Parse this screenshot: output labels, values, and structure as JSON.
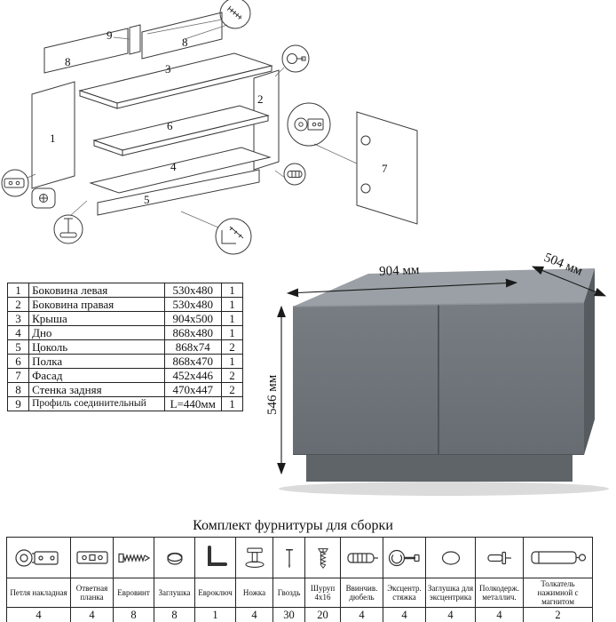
{
  "diagram": {
    "labels": {
      "p1": "1",
      "p2": "2",
      "p3": "3",
      "p4": "4",
      "p5": "5",
      "p6": "6",
      "p7": "7",
      "p8a": "8",
      "p8b": "8",
      "p9": "9"
    }
  },
  "parts_table": {
    "rows": [
      {
        "num": "1",
        "name": "Боковина левая",
        "size": "530x480",
        "qty": "1"
      },
      {
        "num": "2",
        "name": "Боковина правая",
        "size": "530x480",
        "qty": "1"
      },
      {
        "num": "3",
        "name": "Крыша",
        "size": "904x500",
        "qty": "1"
      },
      {
        "num": "4",
        "name": "Дно",
        "size": "868x480",
        "qty": "1"
      },
      {
        "num": "5",
        "name": "Цоколь",
        "size": "868x74",
        "qty": "2"
      },
      {
        "num": "6",
        "name": "Полка",
        "size": "868x470",
        "qty": "1"
      },
      {
        "num": "7",
        "name": "Фасад",
        "size": "452x446",
        "qty": "2"
      },
      {
        "num": "8",
        "name": "Стенка задняя",
        "size": "470x447",
        "qty": "2"
      },
      {
        "num": "9",
        "name": "Профиль соединительный",
        "size": "L=440мм",
        "qty": "1"
      }
    ]
  },
  "cabinet": {
    "width_label": "904 мм",
    "depth_label": "504 мм",
    "height_label": "546 мм",
    "body_color": "#6e7478",
    "top_color": "#9aa0a5",
    "side_color": "#565b60",
    "plinth_color": "#5f6468"
  },
  "hardware": {
    "title": "Комплект фурнитуры для сборки",
    "items": [
      {
        "icon": "hinge-icon",
        "name": "Петля накладная",
        "qty": "4"
      },
      {
        "icon": "striker-plate-icon",
        "name": "Ответная планка",
        "qty": "4"
      },
      {
        "icon": "confirmat-screw-icon",
        "name": "Евровинт",
        "qty": "8"
      },
      {
        "icon": "cap-icon",
        "name": "Заглушка",
        "qty": "8"
      },
      {
        "icon": "hex-key-icon",
        "name": "Евроключ",
        "qty": "1"
      },
      {
        "icon": "foot-icon",
        "name": "Ножка",
        "qty": "4"
      },
      {
        "icon": "nail-icon",
        "name": "Гвоздь",
        "qty": "30"
      },
      {
        "icon": "screw-icon",
        "name": "Шуруп 4x16",
        "qty": "20"
      },
      {
        "icon": "screw-dowel-icon",
        "name": "Ввинчив. дюбель",
        "qty": "4"
      },
      {
        "icon": "cam-lock-icon",
        "name": "Эксцентр. стяжка",
        "qty": "4"
      },
      {
        "icon": "cam-cap-icon",
        "name": "Заглушка для эксцентрика",
        "qty": "4"
      },
      {
        "icon": "shelf-support-icon",
        "name": "Полкодерж. металлич.",
        "qty": "4"
      },
      {
        "icon": "push-latch-icon",
        "name": "Толкатель нажимной с магнитом",
        "qty": "2"
      }
    ]
  }
}
